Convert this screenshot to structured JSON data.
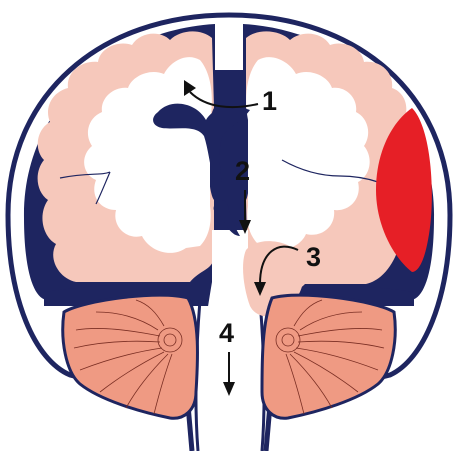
{
  "labels": {
    "one": "1",
    "two": "2",
    "three": "3",
    "four": "4"
  },
  "colors": {
    "dura_navy": "#1e2560",
    "cortex_pink": "#f6c8bb",
    "white_matter": "#ffffff",
    "cerebellum_salmon": "#ef9a83",
    "hematoma_red": "#e61f26",
    "arrow": "#111111"
  }
}
